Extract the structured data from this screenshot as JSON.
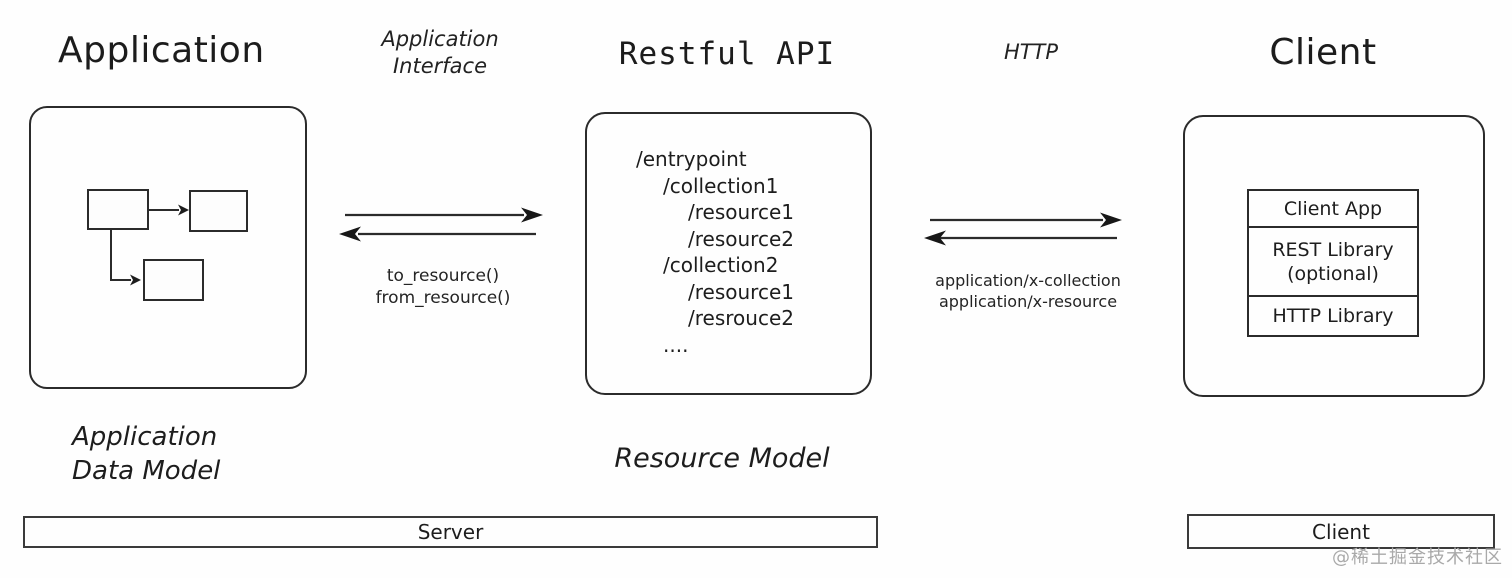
{
  "application": {
    "title": "Application",
    "caption": "Application\nData Model"
  },
  "app_interface": {
    "title": "Application\nInterface",
    "arrow_caption": "to_resource()\nfrom_resource()"
  },
  "restful_api": {
    "title": "Restful API",
    "caption": "Resource Model",
    "tree": [
      {
        "text": "/entrypoint",
        "indent": 0
      },
      {
        "text": "/collection1",
        "indent": 1
      },
      {
        "text": "/resource1",
        "indent": 2
      },
      {
        "text": "/resource2",
        "indent": 2
      },
      {
        "text": "/collection2",
        "indent": 1
      },
      {
        "text": "/resource1",
        "indent": 2
      },
      {
        "text": "/resrouce2",
        "indent": 2
      },
      {
        "text": "....",
        "indent": 1
      }
    ]
  },
  "http": {
    "title": "HTTP",
    "arrow_caption": "application/x-collection\napplication/x-resource"
  },
  "client": {
    "title": "Client",
    "stack": [
      "Client App",
      "REST Library\n(optional)",
      "HTTP Library"
    ]
  },
  "footer": {
    "server_bar_label": "Server",
    "client_bar_label": "Client",
    "watermark": "@稀土掘金技术社区"
  },
  "colors": {
    "ink": "#1f1f1f",
    "line": "#2b2b2b",
    "watermark": "#a9a9a9",
    "background": "#ffffff"
  }
}
